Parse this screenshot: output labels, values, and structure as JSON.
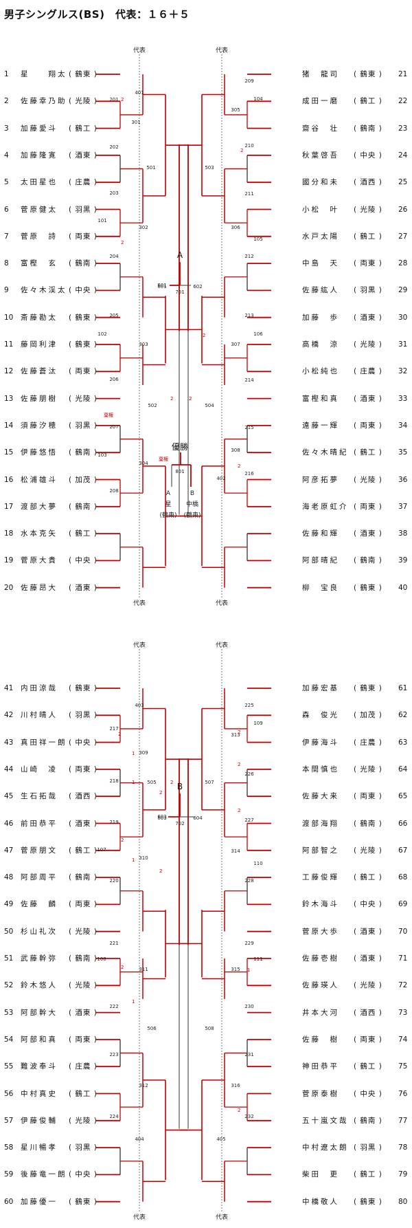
{
  "title": "男子シングルス(BS)　代表：１６＋５",
  "rep_label": "代表",
  "final": {
    "label": "優勝",
    "match": "801",
    "a_letter": "A",
    "b_letter": "B",
    "a_name": "星",
    "b_name": "中橋",
    "a_team": "(鶴東)",
    "b_team": "(鶴東)",
    "note": "棄権"
  },
  "semis": {
    "A": "A",
    "B": "B",
    "m601": "601",
    "m602": "602",
    "m701": "701",
    "m603": "603",
    "m604": "604",
    "m702": "702"
  },
  "players": [
    {
      "no": "1",
      "name": "星　　翔太",
      "team": "( 鶴東 )"
    },
    {
      "no": "2",
      "name": "佐藤幸乃助",
      "team": "( 光陵 )"
    },
    {
      "no": "3",
      "name": "加藤愛斗",
      "team": "( 鶴工 )"
    },
    {
      "no": "4",
      "name": "加藤隆寛",
      "team": "( 酒東 )"
    },
    {
      "no": "5",
      "name": "太田星也",
      "team": "( 庄農 )"
    },
    {
      "no": "6",
      "name": "菅原健太",
      "team": "( 羽黒 )"
    },
    {
      "no": "7",
      "name": "菅原　詩",
      "team": "( 両東 )"
    },
    {
      "no": "8",
      "name": "富樫　玄",
      "team": "( 鶴南 )"
    },
    {
      "no": "9",
      "name": "佐々木渓太",
      "team": "( 中央 )"
    },
    {
      "no": "10",
      "name": "斎藤勘太",
      "team": "( 鶴東 )"
    },
    {
      "no": "11",
      "name": "藤岡利津",
      "team": "( 鶴東 )"
    },
    {
      "no": "12",
      "name": "佐藤蒼汰",
      "team": "( 両東 )"
    },
    {
      "no": "13",
      "name": "佐藤朋樹",
      "team": "( 光陵 )"
    },
    {
      "no": "14",
      "name": "須藤汐穂",
      "team": "( 羽黒 )"
    },
    {
      "no": "15",
      "name": "伊藤悠悟",
      "team": "( 鶴南 )"
    },
    {
      "no": "16",
      "name": "松浦雄斗",
      "team": "( 加茂 )"
    },
    {
      "no": "17",
      "name": "渡部大夢",
      "team": "( 鶴南 )"
    },
    {
      "no": "18",
      "name": "水本克矢",
      "team": "( 鶴工 )"
    },
    {
      "no": "19",
      "name": "菅原大貴",
      "team": "( 中央 )"
    },
    {
      "no": "20",
      "name": "佐藤昂大",
      "team": "( 酒東 )"
    },
    {
      "no": "21",
      "name": "猪　龍司",
      "team": "( 鶴東 )"
    },
    {
      "no": "22",
      "name": "成田一磨",
      "team": "( 鶴工 )"
    },
    {
      "no": "23",
      "name": "齋谷　壮",
      "team": "( 鶴南 )"
    },
    {
      "no": "24",
      "name": "秋葉啓吾",
      "team": "( 中央 )"
    },
    {
      "no": "25",
      "name": "國分和未",
      "team": "( 酒西 )"
    },
    {
      "no": "26",
      "name": "小松　叶",
      "team": "( 光陵 )"
    },
    {
      "no": "27",
      "name": "水戸太陽",
      "team": "( 鶴工 )"
    },
    {
      "no": "28",
      "name": "中島　天",
      "team": "( 両東 )"
    },
    {
      "no": "29",
      "name": "佐藤紘人",
      "team": "( 羽黒 )"
    },
    {
      "no": "30",
      "name": "加藤　歩",
      "team": "( 酒東 )"
    },
    {
      "no": "31",
      "name": "高橋　涼",
      "team": "( 光陵 )"
    },
    {
      "no": "32",
      "name": "小松純也",
      "team": "( 庄農 )"
    },
    {
      "no": "33",
      "name": "富樫和真",
      "team": "( 酒東 )"
    },
    {
      "no": "34",
      "name": "遠藤一輝",
      "team": "( 両東 )"
    },
    {
      "no": "35",
      "name": "佐々木晴紀",
      "team": "( 鶴工 )"
    },
    {
      "no": "36",
      "name": "阿彦拓夢",
      "team": "( 光陵 )"
    },
    {
      "no": "37",
      "name": "海老原虹介",
      "team": "( 両東 )"
    },
    {
      "no": "38",
      "name": "佐藤和輝",
      "team": "( 酒東 )"
    },
    {
      "no": "39",
      "name": "阿部晴紀",
      "team": "( 鶴南 )"
    },
    {
      "no": "40",
      "name": "柳　宝良",
      "team": "( 鶴東 )"
    },
    {
      "no": "41",
      "name": "内田涼哉",
      "team": "( 鶴東 )"
    },
    {
      "no": "42",
      "name": "川村晴人",
      "team": "( 羽黒 )"
    },
    {
      "no": "43",
      "name": "真田祥一朗",
      "team": "( 中央 )"
    },
    {
      "no": "44",
      "name": "山崎　凌",
      "team": "( 両東 )"
    },
    {
      "no": "45",
      "name": "生石拓哉",
      "team": "( 酒西 )"
    },
    {
      "no": "46",
      "name": "前田恭平",
      "team": "( 酒東 )"
    },
    {
      "no": "47",
      "name": "菅原朋文",
      "team": "( 鶴工 )"
    },
    {
      "no": "48",
      "name": "阿部周平",
      "team": "( 鶴南 )"
    },
    {
      "no": "49",
      "name": "佐藤　麟",
      "team": "( 両東 )"
    },
    {
      "no": "50",
      "name": "杉山礼次",
      "team": "( 光陵 )"
    },
    {
      "no": "51",
      "name": "武藤幹弥",
      "team": "( 鶴南 )"
    },
    {
      "no": "52",
      "name": "鈴木悠人",
      "team": "( 光陵 )"
    },
    {
      "no": "53",
      "name": "阿部幹大",
      "team": "( 酒東 )"
    },
    {
      "no": "54",
      "name": "阿部和真",
      "team": "( 両東 )"
    },
    {
      "no": "55",
      "name": "難波奉斗",
      "team": "( 庄農 )"
    },
    {
      "no": "56",
      "name": "中村真史",
      "team": "( 鶴工 )"
    },
    {
      "no": "57",
      "name": "伊藤俊輔",
      "team": "( 光陵 )"
    },
    {
      "no": "58",
      "name": "星川暢孝",
      "team": "( 羽黒 )"
    },
    {
      "no": "59",
      "name": "後藤竜一朗",
      "team": "( 中央 )"
    },
    {
      "no": "60",
      "name": "加藤優一",
      "team": "( 鶴東 )"
    },
    {
      "no": "61",
      "name": "加藤宏基",
      "team": "( 鶴東 )"
    },
    {
      "no": "62",
      "name": "森　俊光",
      "team": "( 加茂 )"
    },
    {
      "no": "63",
      "name": "伊藤海斗",
      "team": "( 庄農 )"
    },
    {
      "no": "64",
      "name": "本間慎也",
      "team": "( 光陵 )"
    },
    {
      "no": "65",
      "name": "佐藤大来",
      "team": "( 両東 )"
    },
    {
      "no": "66",
      "name": "渡部海翔",
      "team": "( 鶴南 )"
    },
    {
      "no": "67",
      "name": "阿部智之",
      "team": "( 光陵 )"
    },
    {
      "no": "68",
      "name": "工藤俊輝",
      "team": "( 鶴工 )"
    },
    {
      "no": "69",
      "name": "鈴木海斗",
      "team": "( 中央 )"
    },
    {
      "no": "70",
      "name": "菅原大歩",
      "team": "( 酒東 )"
    },
    {
      "no": "71",
      "name": "佐藤壱樹",
      "team": "( 酒東 )"
    },
    {
      "no": "72",
      "name": "佐藤瑛人",
      "team": "( 光陵 )"
    },
    {
      "no": "73",
      "name": "井本大河",
      "team": "( 酒西 )"
    },
    {
      "no": "74",
      "name": "佐藤　樹",
      "team": "( 両東 )"
    },
    {
      "no": "75",
      "name": "神田恭平",
      "team": "( 鶴工 )"
    },
    {
      "no": "76",
      "name": "菅原泰樹",
      "team": "( 中央 )"
    },
    {
      "no": "77",
      "name": "五十嵐文哉",
      "team": "( 鶴南 )"
    },
    {
      "no": "78",
      "name": "中村遼太朗",
      "team": "( 羽黒 )"
    },
    {
      "no": "79",
      "name": "柴田　更",
      "team": "( 鶴工 )"
    },
    {
      "no": "80",
      "name": "中橋敬人",
      "team": "( 鶴東 )"
    }
  ]
}
